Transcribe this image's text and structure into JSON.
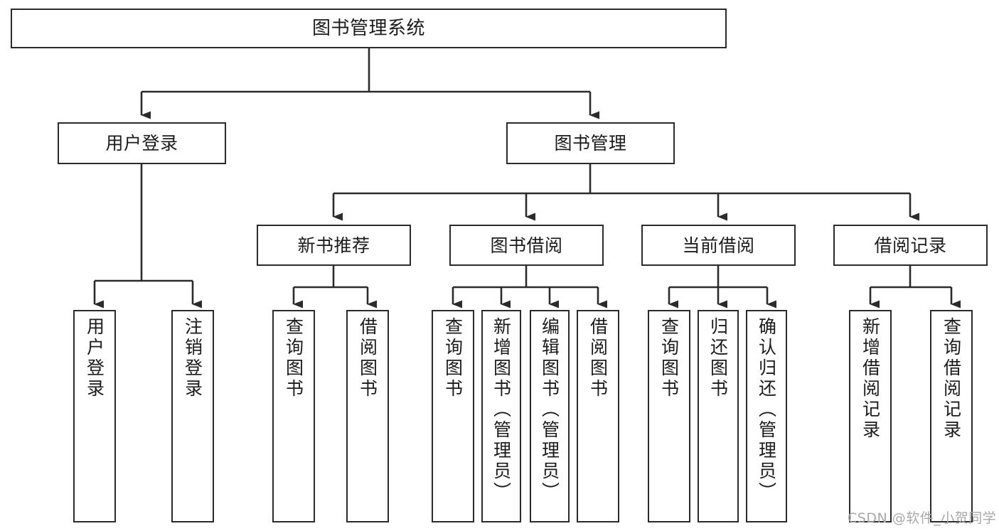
{
  "diagram": {
    "title": "图书管理系统",
    "type": "functional-structure-tree",
    "watermark": "CSDN @软件_小贺同学",
    "colors": {
      "stroke": "#2b2b2b",
      "fill": "#ffffff",
      "text": "#1b1b1b",
      "watermark": "#a8a8a8"
    },
    "levels": {
      "root": {
        "label": "图书管理系统"
      },
      "level2": [
        {
          "id": "user-login",
          "label": "用户登录"
        },
        {
          "id": "book-manage",
          "label": "图书管理"
        }
      ],
      "level3": [
        {
          "id": "new-book-rec",
          "label": "新书推荐",
          "parent": "book-manage"
        },
        {
          "id": "book-borrow",
          "label": "图书借阅",
          "parent": "book-manage"
        },
        {
          "id": "current-borrow",
          "label": "当前借阅",
          "parent": "book-manage"
        },
        {
          "id": "borrow-record",
          "label": "借阅记录",
          "parent": "book-manage"
        }
      ],
      "leaves": [
        {
          "id": "leaf-user-login",
          "label": "用户登录",
          "parent": "user-login"
        },
        {
          "id": "leaf-logout",
          "label": "注销登录",
          "parent": "user-login"
        },
        {
          "id": "leaf-rec-query",
          "label": "查询图书",
          "parent": "new-book-rec"
        },
        {
          "id": "leaf-rec-borrow",
          "label": "借阅图书",
          "parent": "new-book-rec"
        },
        {
          "id": "leaf-borrow-query",
          "label": "查询图书",
          "parent": "book-borrow"
        },
        {
          "id": "leaf-add-book",
          "label": "新增图书（管理员）",
          "parent": "book-borrow"
        },
        {
          "id": "leaf-edit-book",
          "label": "编辑图书（管理员）",
          "parent": "book-borrow"
        },
        {
          "id": "leaf-borrow-book",
          "label": "借阅图书",
          "parent": "book-borrow"
        },
        {
          "id": "leaf-cur-query",
          "label": "查询图书",
          "parent": "current-borrow"
        },
        {
          "id": "leaf-return-book",
          "label": "归还图书",
          "parent": "current-borrow"
        },
        {
          "id": "leaf-confirm-return",
          "label": "确认归还（管理员）",
          "parent": "current-borrow"
        },
        {
          "id": "leaf-add-record",
          "label": "新增借阅记录",
          "parent": "borrow-record"
        },
        {
          "id": "leaf-query-record",
          "label": "查询借阅记录",
          "parent": "borrow-record"
        }
      ]
    }
  }
}
